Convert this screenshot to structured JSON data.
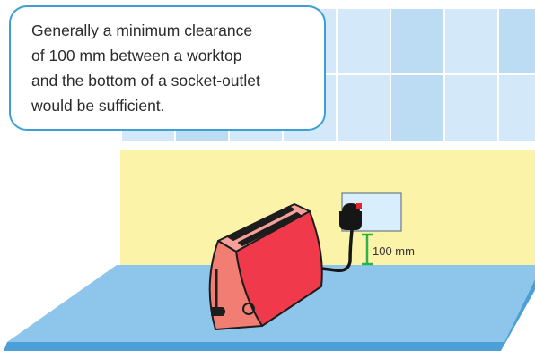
{
  "callout": {
    "lines": [
      "Generally a minimum clearance",
      "of 100 mm between a worktop",
      "and the bottom of a socket-outlet",
      "would be sufficient."
    ]
  },
  "measurement": {
    "label": "100 mm"
  },
  "colors": {
    "tile_light": "#d3e8f8",
    "tile_mid": "#bcdcf3",
    "tile_grout": "#ffffff",
    "wall": "#fbf3a8",
    "worktop_top": "#8ec5ea",
    "worktop_edge": "#4d9fd8",
    "socket_plate": "#d8eefc",
    "dimension": "#2db24a",
    "toaster_body": "#f03a4b",
    "toaster_side": "#f27d72",
    "callout_border": "#3d9ed8"
  }
}
